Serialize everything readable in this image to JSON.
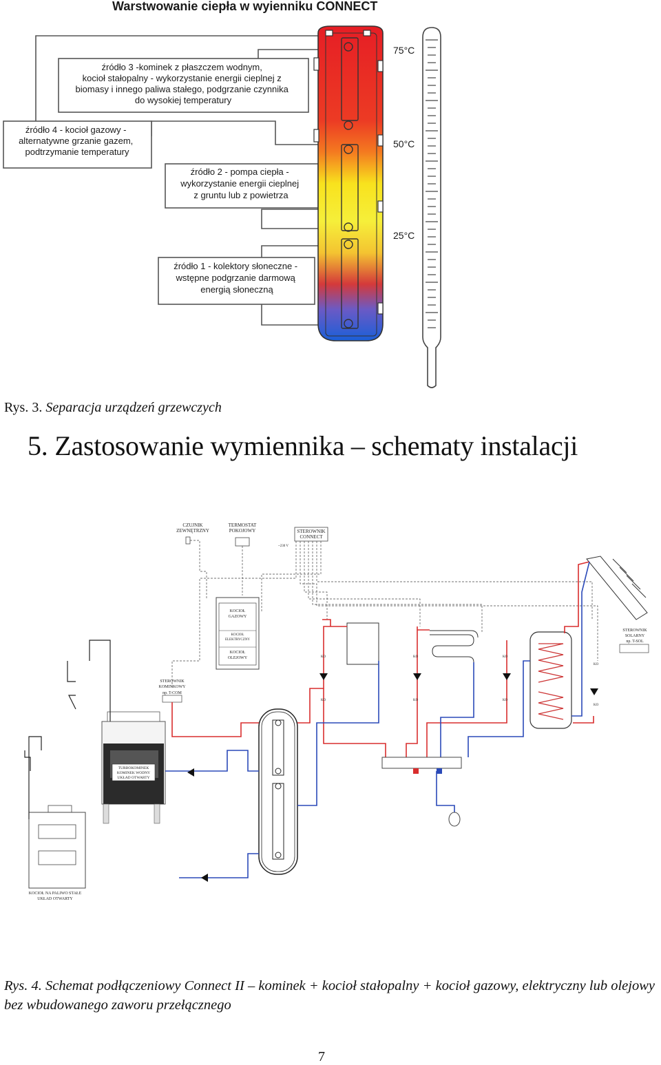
{
  "figure3": {
    "title": "Warstwowanie ciepła w wyienniku CONNECT",
    "sources": [
      {
        "lines": [
          "źródło 3 -kominek z płaszczem wodnym,",
          "kocioł stałopalny - wykorzystanie energii cieplnej z",
          "biomasy i innego paliwa stałego, podgrzanie czynnika",
          "do wysokiej temperatury"
        ]
      },
      {
        "lines": [
          "źródło 4 - kocioł gazowy -",
          "alternatywne grzanie gazem,",
          "podtrzymanie temperatury"
        ]
      },
      {
        "lines": [
          "źródło 2 - pompa ciepła -",
          "wykorzystanie energii cieplnej",
          "z gruntu lub z powietrza"
        ]
      },
      {
        "lines": [
          "źródło 1 - kolektory słoneczne -",
          "wstępne podgrzanie darmową",
          "energią słoneczną"
        ]
      }
    ],
    "temperatures": [
      "75°C",
      "50°C",
      "25°C"
    ],
    "caption_label": "Rys. 3.",
    "caption_text": "Separacja urządzeń grzewczych"
  },
  "section": {
    "number": "5.",
    "title": "Zastosowanie wymiennika – schematy instalacji"
  },
  "figure4": {
    "labels": {
      "outdoor_sensor": [
        "CZUJNIK",
        "ZEWNĘTRZNY"
      ],
      "room_thermostat": [
        "TERMOSTAT",
        "POKOJOWY"
      ],
      "controller_connect": [
        "STEROWNIK",
        "CONNECT"
      ],
      "gas_boiler": [
        "KOCIOŁ",
        "GAZOWY"
      ],
      "electric_boiler": [
        "KOCIOŁ",
        "ELEKTRYCZNY"
      ],
      "oil_boiler": [
        "KOCIOŁ",
        "OLEJOWY"
      ],
      "fireplace_controller": [
        "STEROWNIK",
        "KOMINKOWY",
        "np. T-COM"
      ],
      "fireplace": [
        "TURBOKOMINEK",
        "KOMINEK WODNY",
        "UKŁAD OTWARTY"
      ],
      "solid_boiler": [
        "KOCIOŁ NA PALIWO STAŁE",
        "UKŁAD OTWARTY"
      ],
      "solar_controller": [
        "STEROWNIK",
        "SOLARNY",
        "np. T-SOL"
      ],
      "valve_ko": "KO",
      "power": "~230 V"
    },
    "caption": "Rys. 4. Schemat podłączeniowy Connect II – kominek + kocioł stałopalny + kocioł gazowy, elektryczny lub olejowy bez wbudowanego zaworu przełącznego"
  },
  "page_number": "7",
  "colors": {
    "hot": "#e8202a",
    "warm": "#f7e91c",
    "cold": "#1f5fd6",
    "line_dark": "#333333",
    "supply": "#d92d2d",
    "return": "#2a49b8"
  }
}
